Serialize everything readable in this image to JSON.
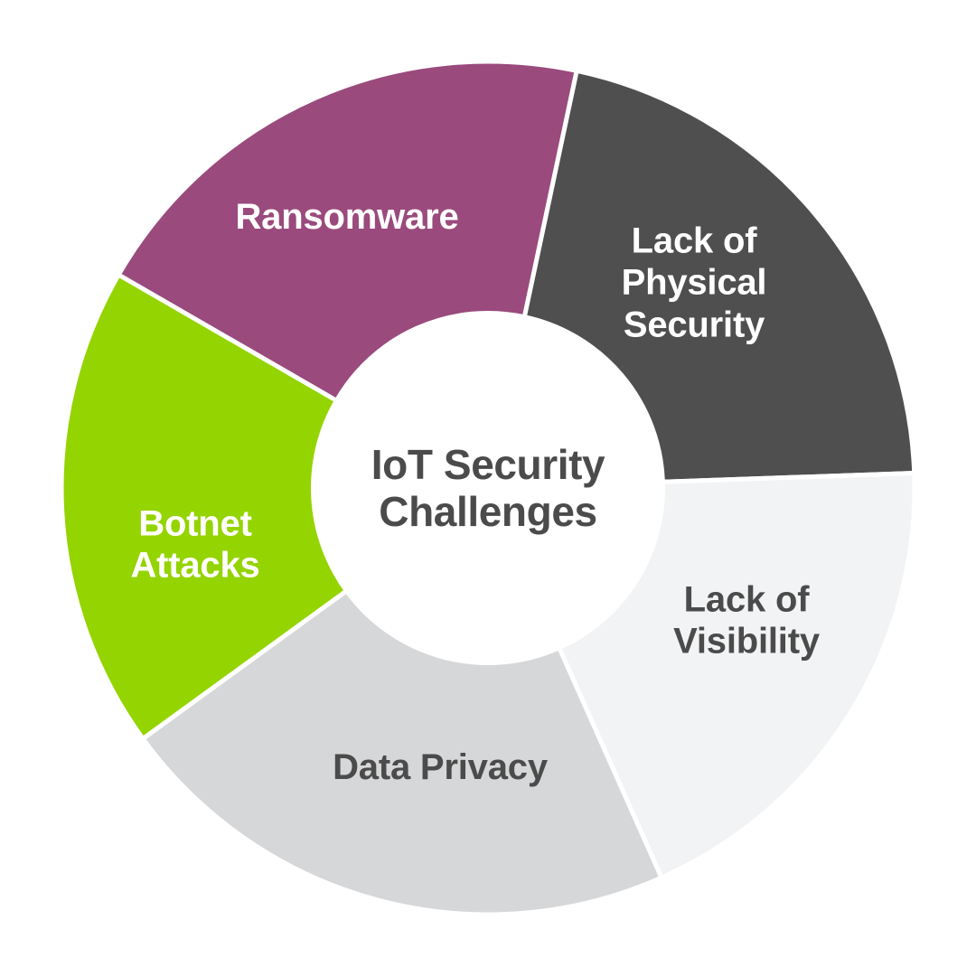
{
  "chart_data": {
    "type": "pie",
    "variant": "donut",
    "title": "IoT Security Challenges",
    "center_label": "IoT Security\nChallenges",
    "xlabel": "",
    "ylabel": "",
    "legend_position": "none",
    "grid": false,
    "labels_inside_slices": true,
    "total_degrees": 360,
    "inner_radius_ratio": 0.41,
    "categories": [
      "Lack of Physical Security",
      "Lack of Visibility",
      "Data Privacy",
      "Botnet Attacks",
      "Ransomware"
    ],
    "values": [
      76,
      68,
      78,
      66,
      72
    ],
    "value_unit": "degrees",
    "slices": [
      {
        "label": "Lack of\nPhysical\nSecurity",
        "name": "Lack of Physical Security",
        "start_angle": 12,
        "end_angle": 88,
        "sweep": 76,
        "color": "#4F4F4F",
        "text_color": "#FFFFFF"
      },
      {
        "label": "Lack of\nVisibility",
        "name": "Lack of Visibility",
        "start_angle": 88,
        "end_angle": 156,
        "sweep": 68,
        "color": "#F2F3F4",
        "text_color": "#4B4B4B"
      },
      {
        "label": "Data Privacy",
        "name": "Data Privacy",
        "start_angle": 156,
        "end_angle": 234,
        "sweep": 78,
        "color": "#D6D7D9",
        "text_color": "#4B4B4B"
      },
      {
        "label": "Botnet\nAttacks",
        "name": "Botnet Attacks",
        "start_angle": 234,
        "end_angle": 300,
        "sweep": 66,
        "color": "#94D400",
        "text_color": "#FFFFFF"
      },
      {
        "label": "Ransomware",
        "name": "Ransomware",
        "start_angle": 300,
        "end_angle": 372,
        "sweep": 72,
        "color": "#9A4A7C",
        "text_color": "#FFFFFF"
      }
    ]
  },
  "colors": {
    "background": "#FFFFFF",
    "dark_gray": "#4F4F4F",
    "pale_gray": "#F2F3F4",
    "light_gray": "#D6D7D9",
    "green": "#94D400",
    "purple": "#9A4A7C",
    "text_dark": "#4B4B4B",
    "text_light": "#FFFFFF"
  },
  "center": {
    "title": "IoT Security\nChallenges"
  },
  "labels": {
    "physical_security": "Lack of\nPhysical\nSecurity",
    "visibility": "Lack of\nVisibility",
    "data_privacy": "Data Privacy",
    "botnet_attacks": "Botnet\nAttacks",
    "ransomware": "Ransomware"
  }
}
